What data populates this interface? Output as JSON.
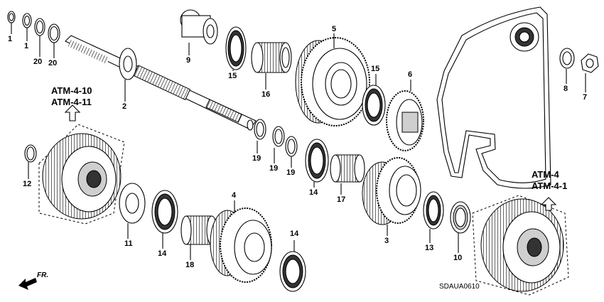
{
  "diagram": {
    "code": "SDAUA0610",
    "front_label": "FR.",
    "ref_top_left": [
      "ATM-4-10",
      "ATM-4-11"
    ],
    "ref_right": [
      "ATM-4",
      "ATM-4-1"
    ],
    "callouts": {
      "p1a": "1",
      "p1b": "1",
      "p20a": "20",
      "p20b": "20",
      "p9": "9",
      "p2": "2",
      "p15a": "15",
      "p16": "16",
      "p5": "5",
      "p15b": "15",
      "p6": "6",
      "p8": "8",
      "p7": "7",
      "p19a": "19",
      "p19b": "19",
      "p19c": "19",
      "p14a": "14",
      "p17": "17",
      "p12": "12",
      "p11": "11",
      "p14b": "14",
      "p18": "18",
      "p4": "4",
      "p14c": "14",
      "p3": "3",
      "p13": "13",
      "p10": "10"
    }
  }
}
